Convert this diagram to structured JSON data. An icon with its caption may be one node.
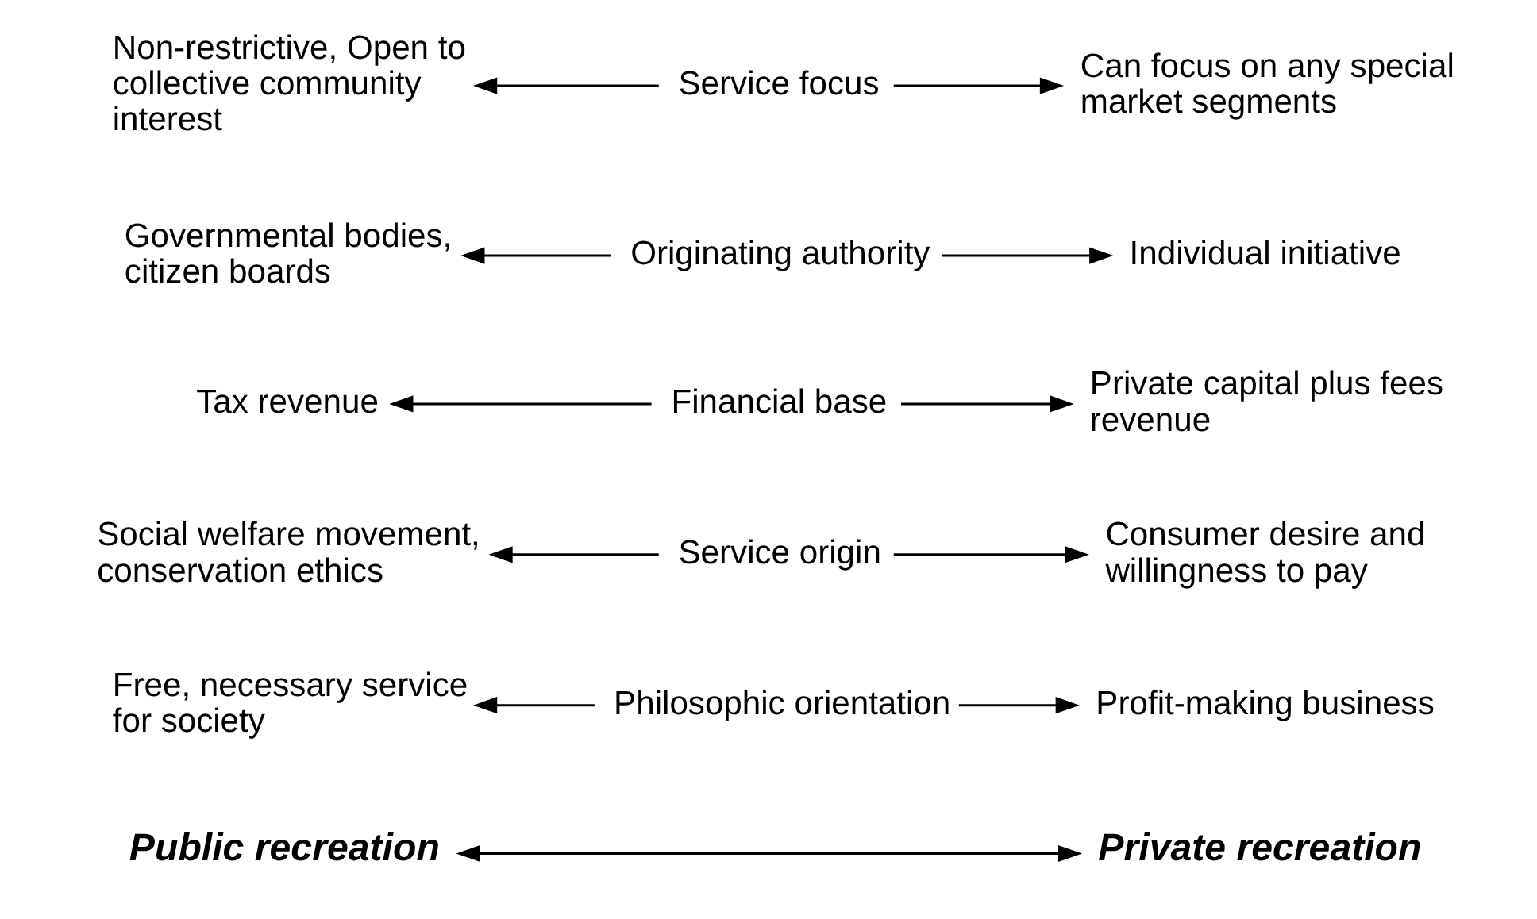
{
  "diagram": {
    "nodes": [
      {
        "text": [
          "Public recreation"
        ]
      },
      {
        "text": [
          "Private recreation"
        ]
      },
      {
        "text": [
          "Free, necessary service for society"
        ]
      },
      {
        "text": [
          "Philosophic orientation"
        ]
      },
      {
        "text": [
          "Profit-making business"
        ]
      },
      {
        "text": [
          "Social welfare movement, conservation ethics"
        ]
      },
      {
        "text": [
          "Service origin"
        ]
      },
      {
        "text": [
          "Consumer desire and willingness to pay"
        ]
      },
      {
        "text": [
          "Tax revenue"
        ]
      },
      {
        "text": [
          "Financial base"
        ]
      },
      {
        "text": [
          "Private capital plus fees revenue"
        ]
      },
      {
        "text": [
          "Governmental bodies, citizen boards"
        ]
      },
      {
        "text": [
          "Originating authority"
        ]
      },
      {
        "text": [
          "Individual initiative"
        ]
      },
      {
        "text": [
          "Non-restrictive, Open to collective community interest"
        ]
      },
      {
        "text": [
          "Service focus"
        ]
      },
      {
        "text": [
          "Can focus on any special market segments"
        ]
      }
    ],
    "edges": [
      {
        "from": 0,
        "to": 1,
        "arrow": "both"
      },
      {
        "from": 3,
        "to": 2,
        "arrow": "to"
      },
      {
        "from": 3,
        "to": 4,
        "arrow": "to"
      },
      {
        "from": 6,
        "to": 5,
        "arrow": "to"
      },
      {
        "from": 6,
        "to": 7,
        "arrow": "to"
      },
      {
        "from": 9,
        "to": 8,
        "arrow": "to"
      },
      {
        "from": 9,
        "to": 10,
        "arrow": "to"
      },
      {
        "from": 12,
        "to": 11,
        "arrow": "to"
      },
      {
        "from": 12,
        "to": 13,
        "arrow": "to"
      },
      {
        "from": 15,
        "to": 14,
        "arrow": "to"
      },
      {
        "from": 15,
        "to": 16,
        "arrow": "to"
      }
    ]
  }
}
